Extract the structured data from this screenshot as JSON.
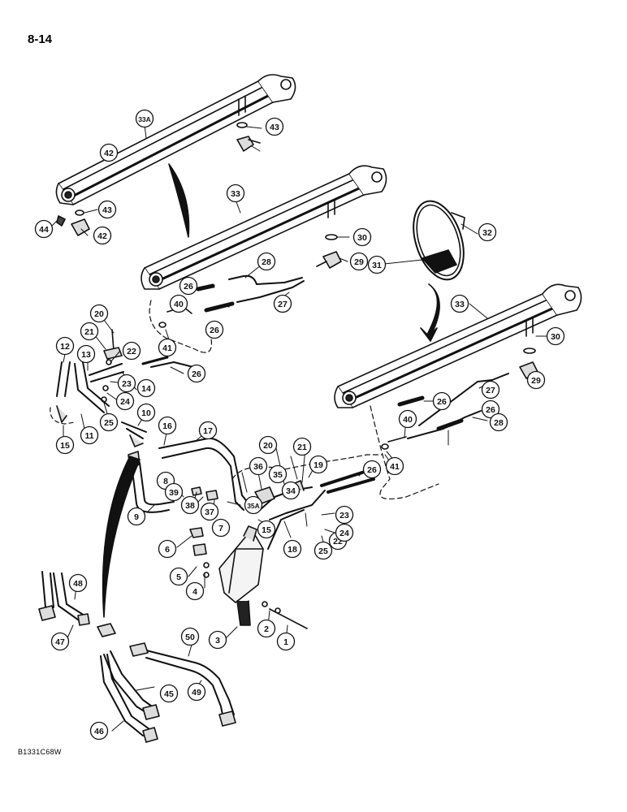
{
  "page_number": "8-14",
  "figure_code": "B1331C68W",
  "callouts": [
    "1",
    "2",
    "3",
    "4",
    "5",
    "6",
    "7",
    "8",
    "9",
    "10",
    "11",
    "12",
    "13",
    "14",
    "15",
    "15",
    "16",
    "17",
    "18",
    "19",
    "20",
    "20",
    "21",
    "21",
    "22",
    "22",
    "23",
    "23",
    "24",
    "24",
    "25",
    "25",
    "26",
    "26",
    "26",
    "26",
    "26",
    "26",
    "27",
    "27",
    "28",
    "28",
    "29",
    "29",
    "30",
    "30",
    "31",
    "32",
    "33",
    "33",
    "33A",
    "34",
    "35",
    "35A",
    "36",
    "37",
    "38",
    "39",
    "40",
    "40",
    "41",
    "41",
    "42",
    "42",
    "43",
    "43",
    "44",
    "45",
    "46",
    "47",
    "48",
    "49",
    "50"
  ]
}
